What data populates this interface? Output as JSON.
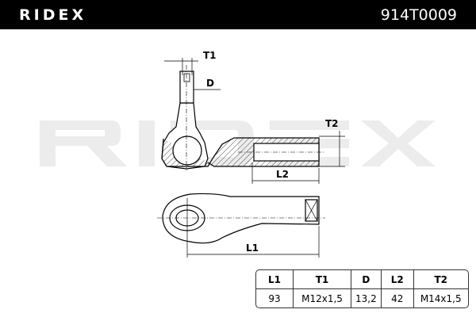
{
  "header": {
    "brand": "RIDEX",
    "part_number": "914T0009"
  },
  "watermark": "RIDEX",
  "dimension_labels": {
    "t1": "T1",
    "d": "D",
    "t2": "T2",
    "l2": "L2",
    "l1": "L1"
  },
  "spec_table": {
    "headers": [
      "L1",
      "T1",
      "D",
      "L2",
      "T2"
    ],
    "values": [
      "93",
      "M12x1,5",
      "13,2",
      "42",
      "M14x1,5"
    ]
  }
}
